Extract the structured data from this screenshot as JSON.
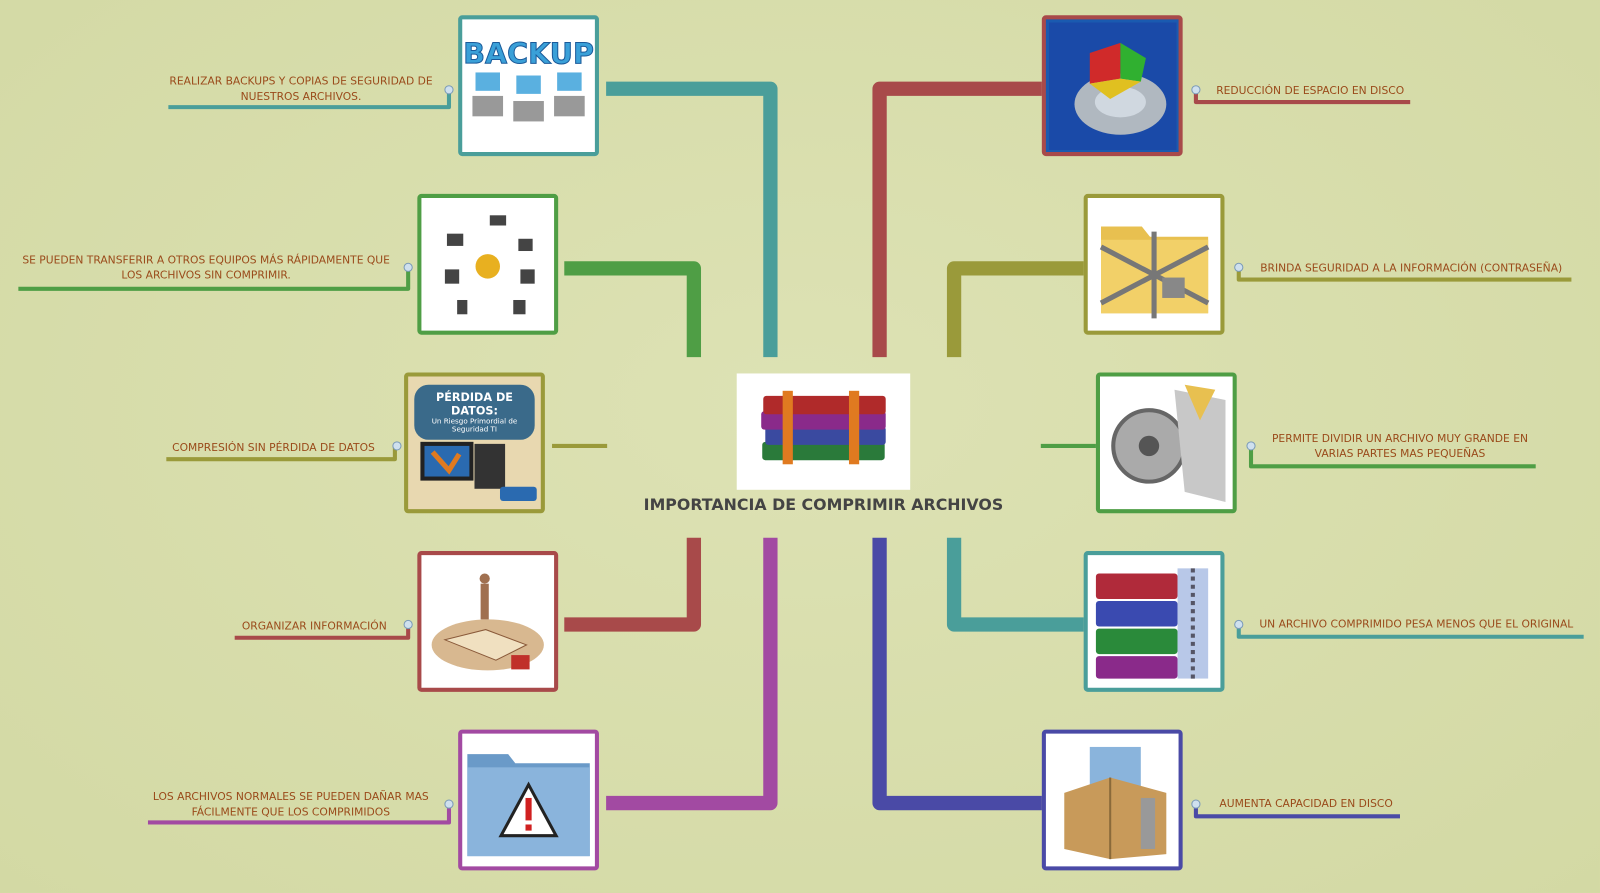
{
  "title": "IMPORTANCIA DE COMPRIMIR ARCHIVOS",
  "colors": {
    "teal": "#4a9e9a",
    "green": "#4f9e45",
    "olive": "#9a9a3a",
    "red": "#a84a4a",
    "purple": "#a24aa2",
    "blue": "#4a4aa6",
    "text": "#9a4a1a"
  },
  "left_branches": [
    {
      "label_lines": [
        "REALIZAR BACKUPS Y COPIAS DE SEGURIDAD DE",
        "NUESTROS ARCHIVOS."
      ],
      "image_text": "BACKUP",
      "icon": "backup-icon"
    },
    {
      "label_lines": [
        "SE PUEDEN TRANSFERIR A OTROS EQUIPOS MÁS RÁPIDAMENTE QUE",
        "LOS ARCHIVOS SIN COMPRIMIR."
      ],
      "icon": "bluetooth-devices-icon"
    },
    {
      "label_lines": [
        "COMPRESIÓN SIN PÉRDIDA DE DATOS"
      ],
      "image_title": "PÉRDIDA DE DATOS:",
      "image_subtitle": "Un Riesgo Primordial de Seguridad TI",
      "icon": "data-loss-icon"
    },
    {
      "label_lines": [
        "ORGANIZAR INFORMACIÓN"
      ],
      "icon": "books-icon"
    },
    {
      "label_lines": [
        "LOS ARCHIVOS NORMALES SE PUEDEN DAÑAR MAS",
        "FÁCILMENTE QUE LOS COMPRIMIDOS"
      ],
      "icon": "folder-warning-icon"
    }
  ],
  "right_branches": [
    {
      "label_lines": [
        "REDUCCIÓN DE ESPACIO EN DISCO"
      ],
      "icon": "hard-disk-icon"
    },
    {
      "label_lines": [
        "BRINDA  SEGURIDAD A LA INFORMACIÓN (CONTRASEÑA)"
      ],
      "icon": "locked-folder-icon"
    },
    {
      "label_lines": [
        "PERMITE DIVIDIR UN ARCHIVO MUY GRANDE EN",
        "VARIAS PARTES MAS PEQUEÑAS"
      ],
      "icon": "saw-split-icon"
    },
    {
      "label_lines": [
        "UN ARCHIVO COMPRIMIDO PESA MENOS QUE EL ORIGINAL"
      ],
      "icon": "winrar-icon"
    },
    {
      "label_lines": [
        "AUMENTA CAPACIDAD EN DISCO"
      ],
      "icon": "zip-box-icon"
    }
  ]
}
